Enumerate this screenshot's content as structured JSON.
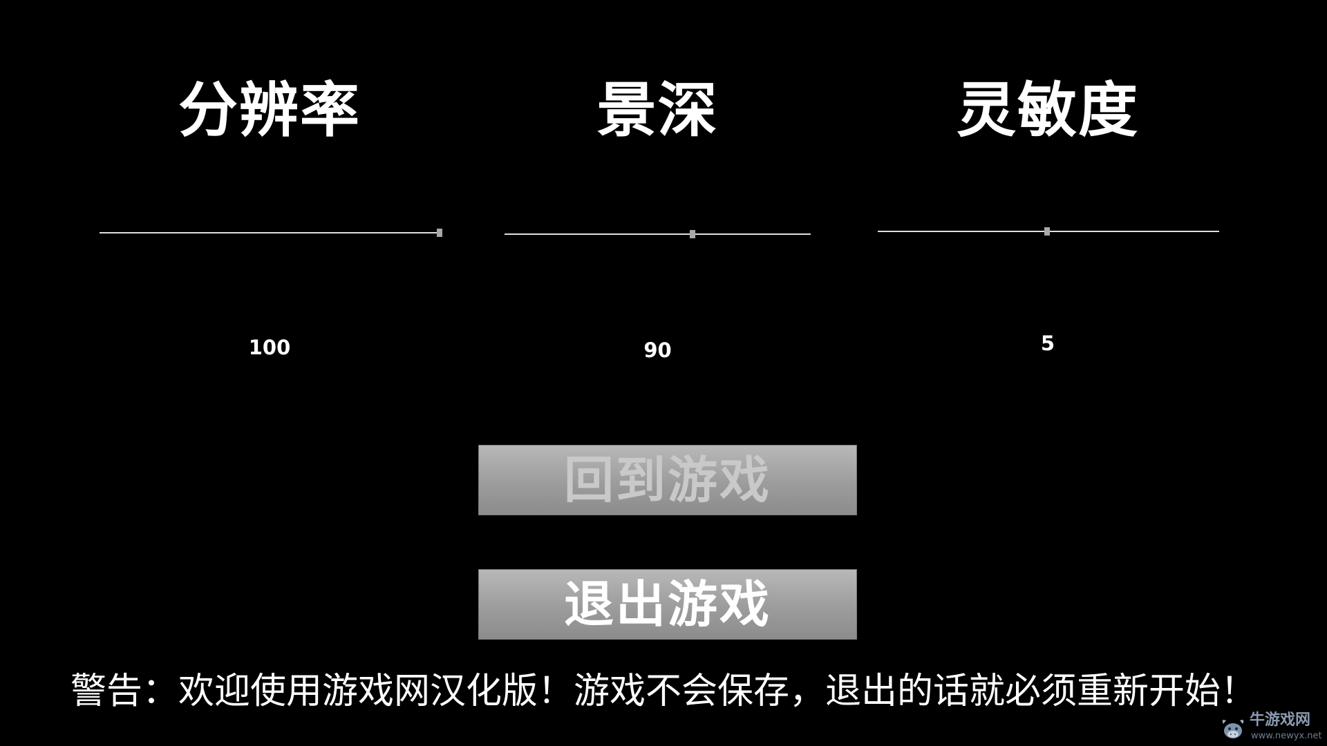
{
  "settings": {
    "resolution": {
      "label": "分辨率",
      "value": "100",
      "slider_level": 1.0
    },
    "depth": {
      "label": "景深",
      "value": "90",
      "slider_level": 0.62
    },
    "sensitivity": {
      "label": "灵敏度",
      "value": "5",
      "slider_level": 0.5
    }
  },
  "buttons": {
    "return_label": "回到游戏",
    "exit_label": "退出游戏"
  },
  "warning": "警告：欢迎使用游戏网汉化版！游戏不会保存，退出的话就必须重新开始！",
  "watermark": {
    "name": "牛游戏网",
    "url": "www.newyx.net",
    "icon": "cow-logo-icon"
  },
  "colors": {
    "background": "#000000",
    "button_fill": "#a0a0a0",
    "button_text_disabled": "#c9c9c9",
    "button_text": "#ffffff",
    "slider_track": "#e0e0e0",
    "slider_thumb": "#a8a8a8"
  }
}
